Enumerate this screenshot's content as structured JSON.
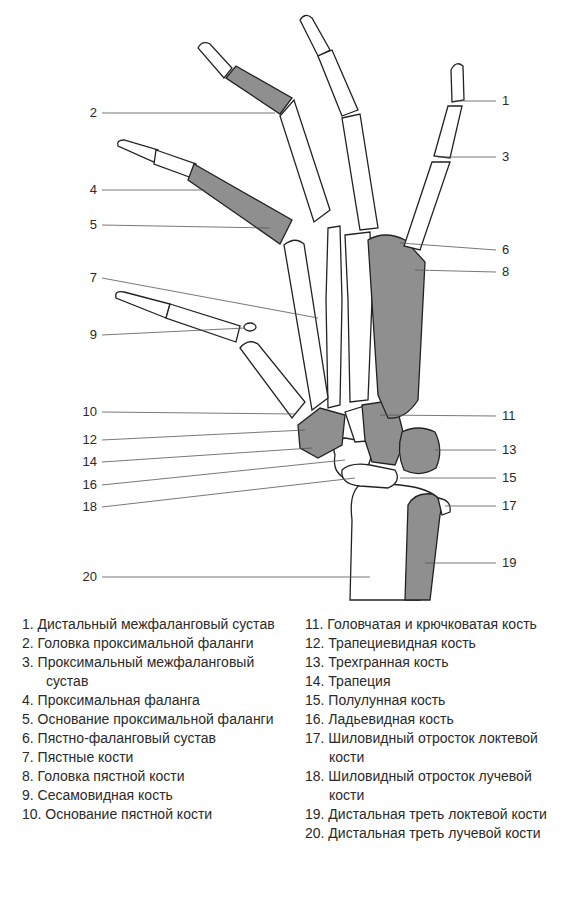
{
  "diagram": {
    "labels": [
      "1",
      "2",
      "3",
      "4",
      "5",
      "6",
      "7",
      "8",
      "9",
      "10",
      "11",
      "12",
      "13",
      "14",
      "15",
      "16",
      "17",
      "18",
      "19",
      "20",
      "1. Дистальный межфаланговый сустав",
      "2. Головка проксимальной фаланги",
      "3. Проксимальный межфаланговый сустав",
      "4. Проксимальная фаланга",
      "5. Основание проксимальной фаланги",
      "6. Пястно-фаланговый сустав",
      "7. Пястные кости",
      "8. Головка пястной кости",
      "9. Сесамовидная кость",
      "10. Основание пястной кости",
      "11. Головчатая и крючковатая кость",
      "12. Трапециевидная кость",
      "13. Трехгранная кость",
      "14. Трапеция",
      "15. Полулунная кость",
      "16. Ладьевидная кость",
      "17. Шиловидный отросток локтевой кости",
      "18. Шиловидный отросток лучевой кости",
      "19. Дистальная треть локтевой кости",
      "20. Дистальная треть лучевой кости"
    ]
  }
}
